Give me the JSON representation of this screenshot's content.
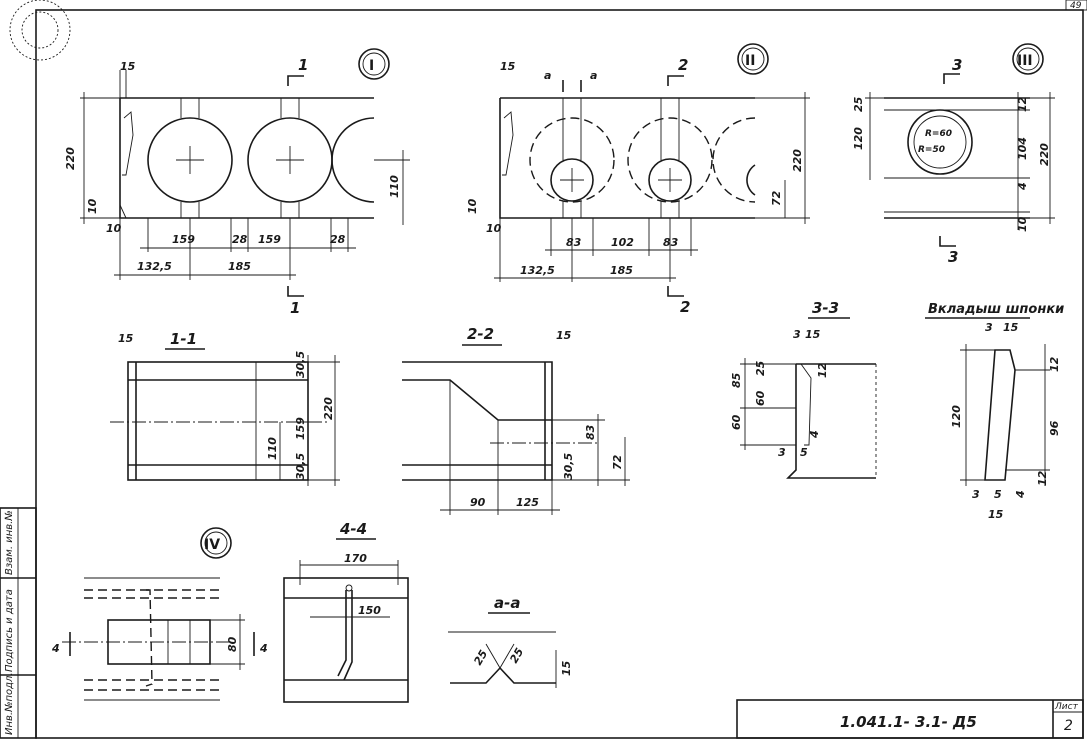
{
  "sheet": {
    "corner_number": "49",
    "stamp_code": "1.041.1- 3.1- Д5",
    "sheet_label": "Лист",
    "sheet_no": "2",
    "side_box": [
      "Инв.№подл.",
      "Подпись и дата",
      "Взам. инв.№"
    ]
  },
  "view_I": {
    "marker": "I",
    "cut_mark": "1",
    "dims": {
      "h": "220",
      "h2": "10",
      "h3": "10",
      "top": "15",
      "right": "110",
      "b1": "159",
      "b2": "28",
      "b3": "159",
      "b4": "28",
      "c1": "132,5",
      "c2": "185"
    }
  },
  "view_II": {
    "marker": "II",
    "cut_mark": "2",
    "a_mark": "а",
    "dims": {
      "top": "15",
      "h2": "10",
      "h3": "10",
      "right": "220",
      "r2": "72",
      "b1": "83",
      "b2": "102",
      "b3": "83",
      "c1": "132,5",
      "c2": "185"
    }
  },
  "view_III": {
    "marker": "III",
    "cut_mark": "3",
    "dims": {
      "d1": "25",
      "d2": "120",
      "r1": "12",
      "r2": "104",
      "r3": "220",
      "r4": "4",
      "r5": "10",
      "R1": "R=60",
      "R2": "R=50"
    }
  },
  "sec_1_1": {
    "title": "1-1",
    "dims": {
      "t": "15",
      "a": "30,5",
      "b": "159",
      "c": "110",
      "d": "30,5",
      "h": "220"
    }
  },
  "sec_2_2": {
    "title": "2-2",
    "dims": {
      "t": "15",
      "a": "83",
      "b": "30,5",
      "c": "72",
      "w1": "90",
      "w2": "125"
    }
  },
  "sec_3_3": {
    "title": "3-3",
    "dims": {
      "t1": "3",
      "t2": "15",
      "a": "85",
      "b": "25",
      "c": "60",
      "d": "60",
      "e": "12",
      "f": "4",
      "g": "3",
      "h": "5"
    }
  },
  "vkladysh": {
    "title": "Вкладыш шпонки",
    "dims": {
      "t1": "3",
      "t2": "15",
      "h": "120",
      "r1": "12",
      "r2": "96",
      "r3": "4",
      "r4": "12",
      "b1": "3",
      "b2": "5",
      "b3": "15"
    }
  },
  "view_IV": {
    "marker": "IV",
    "cut": "4",
    "dim": "80"
  },
  "sec_4_4": {
    "title": "4-4",
    "dims": {
      "w": "170",
      "w2": "150"
    }
  },
  "sec_a_a": {
    "title": "а-а",
    "dims": {
      "a": "25",
      "b": "25",
      "c": "15"
    }
  }
}
